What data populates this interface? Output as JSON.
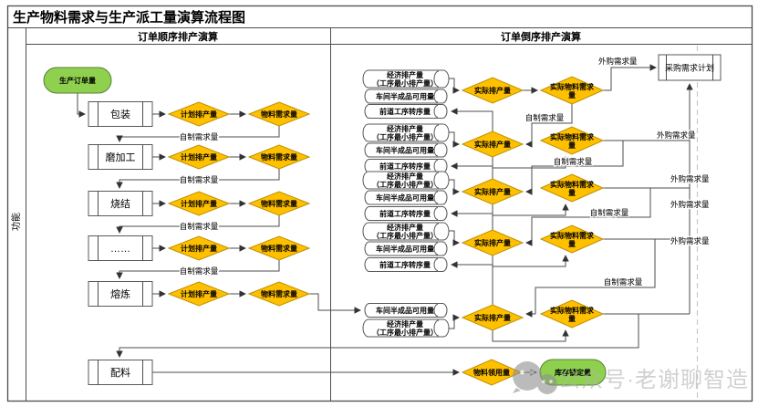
{
  "title": "生产物料需求与生产派工量演算流程图",
  "lane": "功能",
  "columns": {
    "forward": "订单顺序排产演算",
    "reverse": "订单倒序排产演算"
  },
  "nodes": {
    "start": "生产订单量",
    "processes": [
      "包装",
      "磨加工",
      "烧结",
      "……",
      "熔炼",
      "配料"
    ],
    "planned_qty": "计划排产量",
    "material_qty": "物料需求量",
    "economic_line1": "经济排产量",
    "economic_line2": "（工序最小排产量）",
    "wip_qty": "车间半成品可用量",
    "transfer_qty": "前道工序转序量",
    "actual_sched": "实际排产量",
    "actual_material_line1": "实际物料需求",
    "actual_material_line2": "量",
    "purchase_plan": "采购需求计划",
    "requisition_qty": "物料领用量",
    "stock_lock": "库存锁定量"
  },
  "edge_labels": {
    "selfmade": "自制需求量",
    "outsource": "外购需求量"
  },
  "watermark": "公众号·老谢聊智造",
  "colors": {
    "node_green": "#8FD14F",
    "node_orange": "#FFC000",
    "line": "#4d4d4d",
    "watermark_gray": "#b2b2b2"
  }
}
